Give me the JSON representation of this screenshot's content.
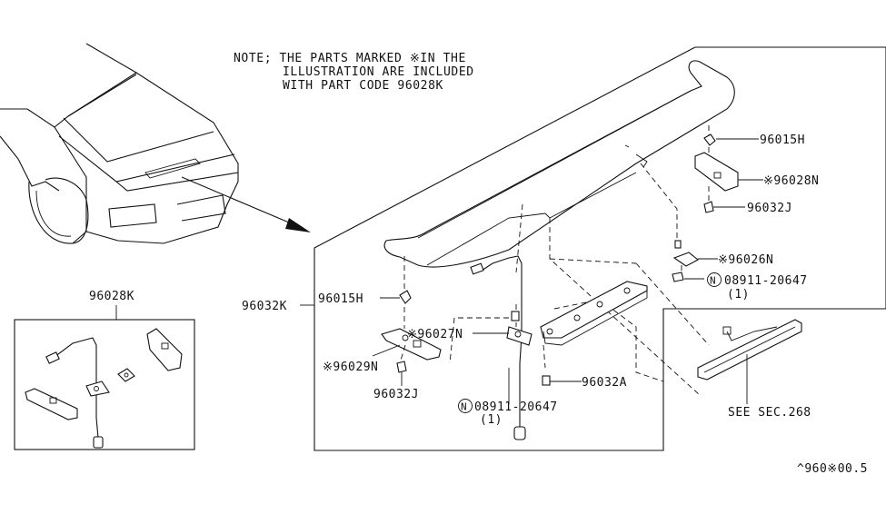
{
  "note": {
    "line1": "NOTE; THE PARTS MARKED ※IN THE",
    "line2": "ILLUSTRATION ARE INCLUDED",
    "line3": "WITH PART CODE 96028K"
  },
  "labels": {
    "p96015H_right": "96015H",
    "p96028N": "※96028N",
    "p96032J_right": "96032J",
    "p96026N": "※96026N",
    "p08911_right": "08911-20647",
    "p08911_right_qty": "(1)",
    "p96032K": "96032K",
    "p96015H_left": "96015H",
    "p96027N": "※96027N",
    "p96029N": "※96029N",
    "p96032J_left": "96032J",
    "p96032A": "96032A",
    "p08911_center": "08911-20647",
    "p08911_center_qty": "(1)",
    "see_sec": "SEE SEC.268",
    "kit_96028K": "96028K",
    "n_symbol": "N"
  },
  "footer": {
    "code": "^960※00.5"
  }
}
